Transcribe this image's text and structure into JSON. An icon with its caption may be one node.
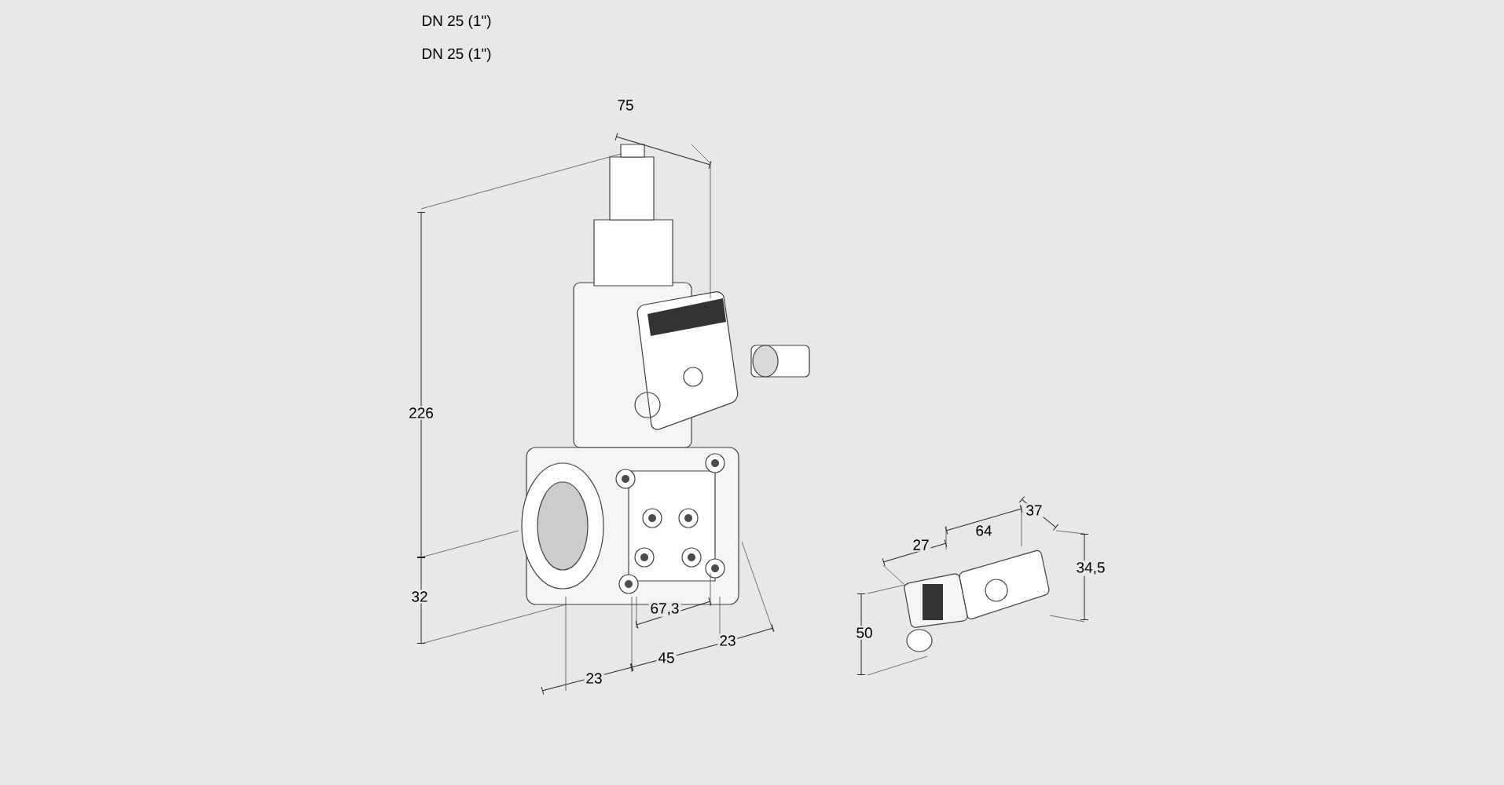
{
  "diagram": {
    "labels": [
      "DN 25 (1\")",
      "DN 25 (1\")",
      "75",
      "226",
      "37",
      "64",
      "27",
      "34,5",
      "32",
      "67,3",
      "50",
      "23",
      "45",
      "23"
    ]
  }
}
